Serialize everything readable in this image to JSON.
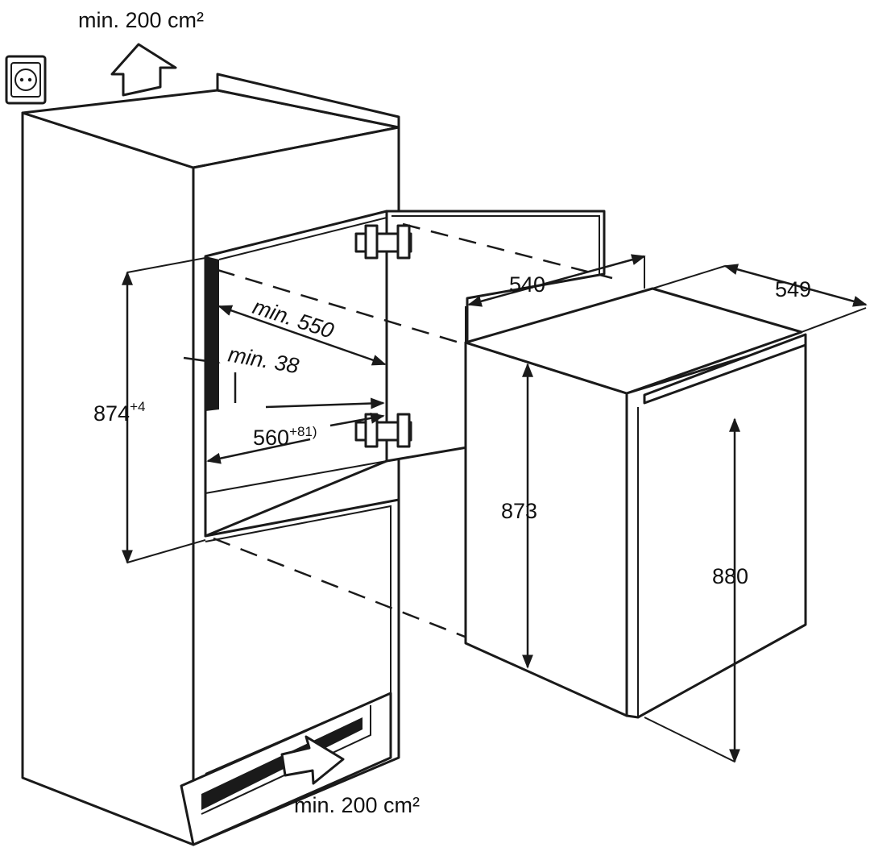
{
  "ventilation": {
    "top": "min. 200 cm²",
    "bottom": "min. 200 cm²"
  },
  "niche": {
    "height": "874",
    "height_tolerance": "+4",
    "depth": "min. 550",
    "rear_gap": "min. 38",
    "width": "560",
    "width_tolerance": "+8",
    "width_note": "1)"
  },
  "appliance": {
    "width": "540",
    "depth": "549",
    "body_height": "873",
    "total_height": "880"
  },
  "icons": {
    "socket": "power-socket-icon",
    "air_in": "arrow-icon",
    "air_out": "arrow-icon"
  }
}
